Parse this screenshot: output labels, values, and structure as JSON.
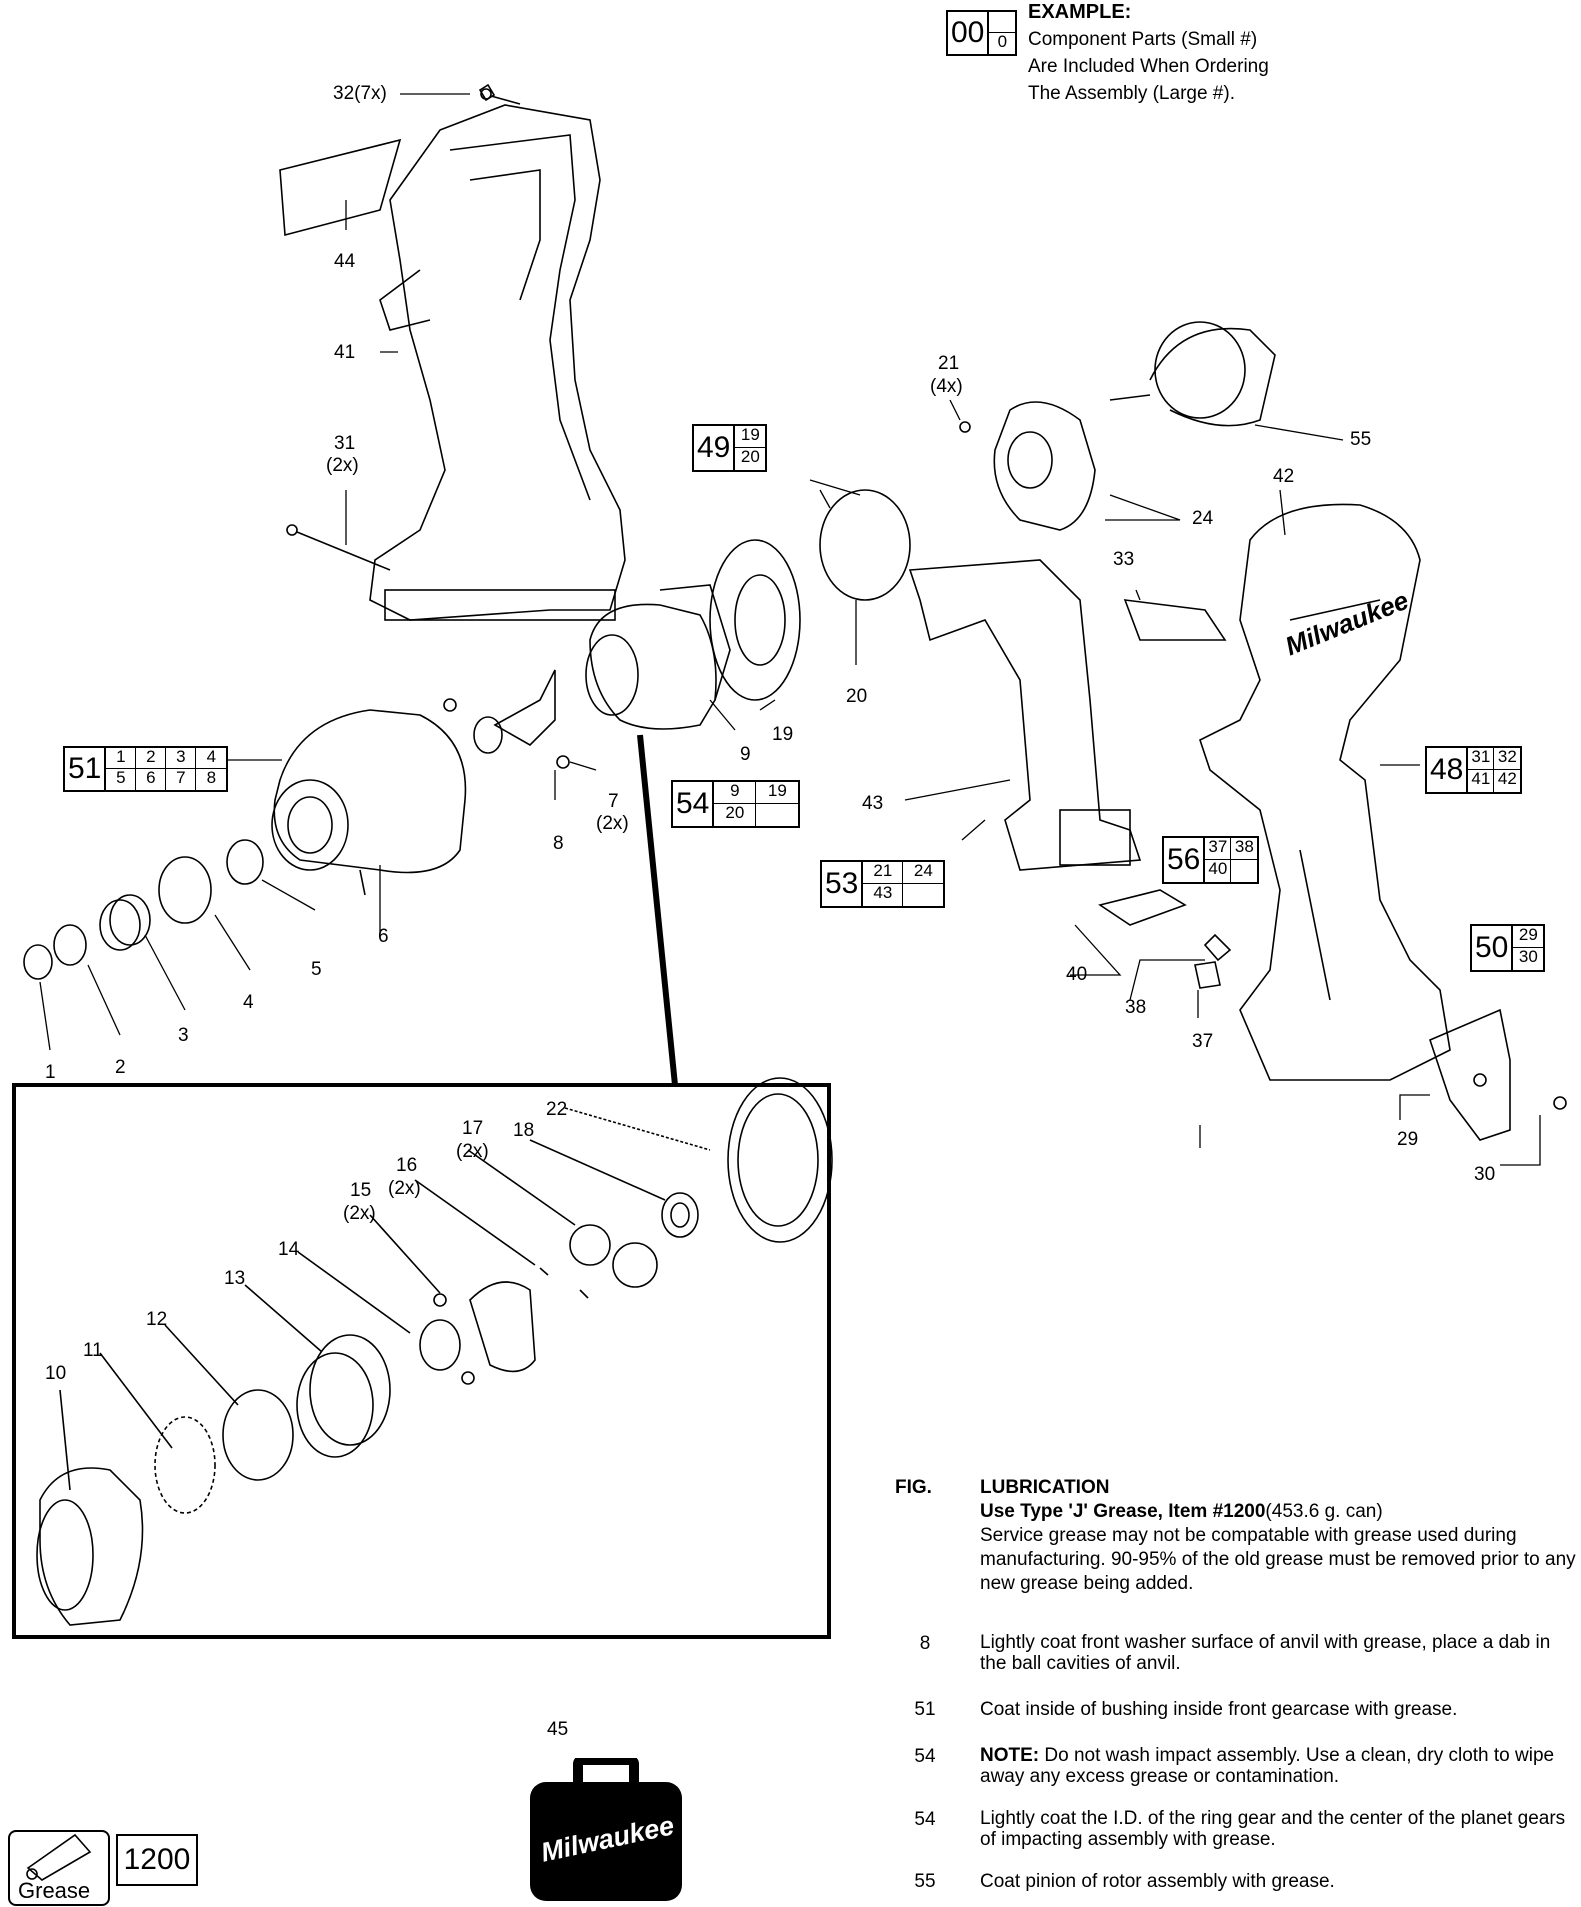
{
  "example": {
    "big": "00",
    "small": "0",
    "title": "EXAMPLE:",
    "line1": "Component Parts (Small #)",
    "line2": "Are Included When Ordering",
    "line3": "The Assembly (Large #)."
  },
  "callouts": {
    "c32": "32(7x)",
    "c44": "44",
    "c41": "41",
    "c31a": "31",
    "c31b": "(2x)",
    "c21a": "21",
    "c21b": "(4x)",
    "c55": "55",
    "c42": "42",
    "c24": "24",
    "c33": "33",
    "c20": "20",
    "c19": "19",
    "c9": "9",
    "c7a": "7",
    "c7b": "(2x)",
    "c8": "8",
    "c6": "6",
    "c5": "5",
    "c4": "4",
    "c3": "3",
    "c2": "2",
    "c1": "1",
    "c43": "43",
    "c40": "40",
    "c38": "38",
    "c37": "37",
    "c29": "29",
    "c30": "30",
    "c22": "22",
    "c17a": "17",
    "c17b": "(2x)",
    "c18": "18",
    "c16a": "16",
    "c16b": "(2x)",
    "c15a": "15",
    "c15b": "(2x)",
    "c14": "14",
    "c13": "13",
    "c12": "12",
    "c11": "11",
    "c10": "10",
    "c45": "45"
  },
  "kits": {
    "k49": {
      "big": "49",
      "parts": [
        "19",
        "20"
      ]
    },
    "k51": {
      "big": "51",
      "parts": [
        "1",
        "2",
        "3",
        "4",
        "5",
        "6",
        "7",
        "8"
      ]
    },
    "k54": {
      "big": "54",
      "parts": [
        "9",
        "19",
        "20",
        ""
      ]
    },
    "k53": {
      "big": "53",
      "parts": [
        "21",
        "24",
        "43",
        ""
      ]
    },
    "k56": {
      "big": "56",
      "parts": [
        "37",
        "38",
        "40",
        ""
      ]
    },
    "k48": {
      "big": "48",
      "parts": [
        "31",
        "32",
        "41",
        "42"
      ]
    },
    "k50": {
      "big": "50",
      "parts": [
        "29",
        "30"
      ]
    }
  },
  "brand": "Milwaukee",
  "lubrication": {
    "fig_header": "FIG.",
    "header": "LUBRICATION",
    "use_bold": "Use Type 'J' Grease, Item #1200",
    "use_rest": "(453.6 g. can)",
    "service_note": "Service grease may not be compatable with grease  used during manufacturing. 90-95% of the old grease must be removed prior to any new grease being added.",
    "rows": [
      {
        "fig": "8",
        "text": "Lightly coat front washer surface of anvil with grease, place a dab in the ball cavities of anvil."
      },
      {
        "fig": "51",
        "text": "Coat inside of bushing inside front gearcase with grease."
      },
      {
        "fig": "54",
        "note_label": "NOTE:",
        "text": " Do not wash impact assembly. Use a clean, dry cloth to wipe away any excess grease or contamination."
      },
      {
        "fig": "54",
        "text": "Lightly coat the I.D. of the ring gear and the center of the planet gears of impacting assembly with grease."
      },
      {
        "fig": "55",
        "text": "Coat pinion of rotor assembly with grease."
      }
    ]
  },
  "grease_label": "Grease",
  "grease_item": "1200"
}
